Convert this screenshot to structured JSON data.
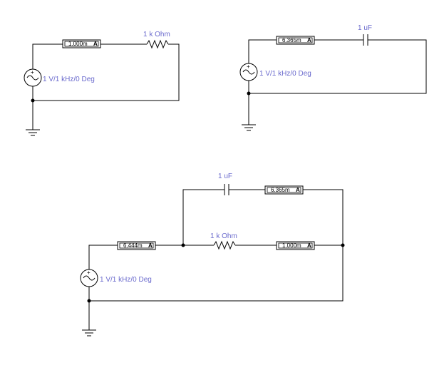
{
  "circuits": [
    {
      "id": "top-left",
      "source_label": "1 V/1 kHz/0 Deg",
      "components": [
        {
          "type": "ammeter",
          "reading": "1.000m",
          "unit": "A"
        },
        {
          "type": "resistor",
          "label": "1 k Ohm"
        }
      ]
    },
    {
      "id": "top-right",
      "source_label": "1 V/1 kHz/0 Deg",
      "components": [
        {
          "type": "ammeter",
          "reading": "6.365m",
          "unit": "A"
        },
        {
          "type": "capacitor",
          "label": "1 uF"
        }
      ]
    },
    {
      "id": "bottom",
      "source_label": "1 V/1 kHz/0 Deg",
      "components": [
        {
          "type": "ammeter",
          "reading": "6.444m",
          "unit": "A"
        },
        {
          "type": "capacitor",
          "label": "1 uF"
        },
        {
          "type": "ammeter",
          "reading": "6.365m",
          "unit": "A"
        },
        {
          "type": "resistor",
          "label": "1 k Ohm"
        },
        {
          "type": "ammeter",
          "reading": "1.000m",
          "unit": "A"
        }
      ]
    }
  ]
}
